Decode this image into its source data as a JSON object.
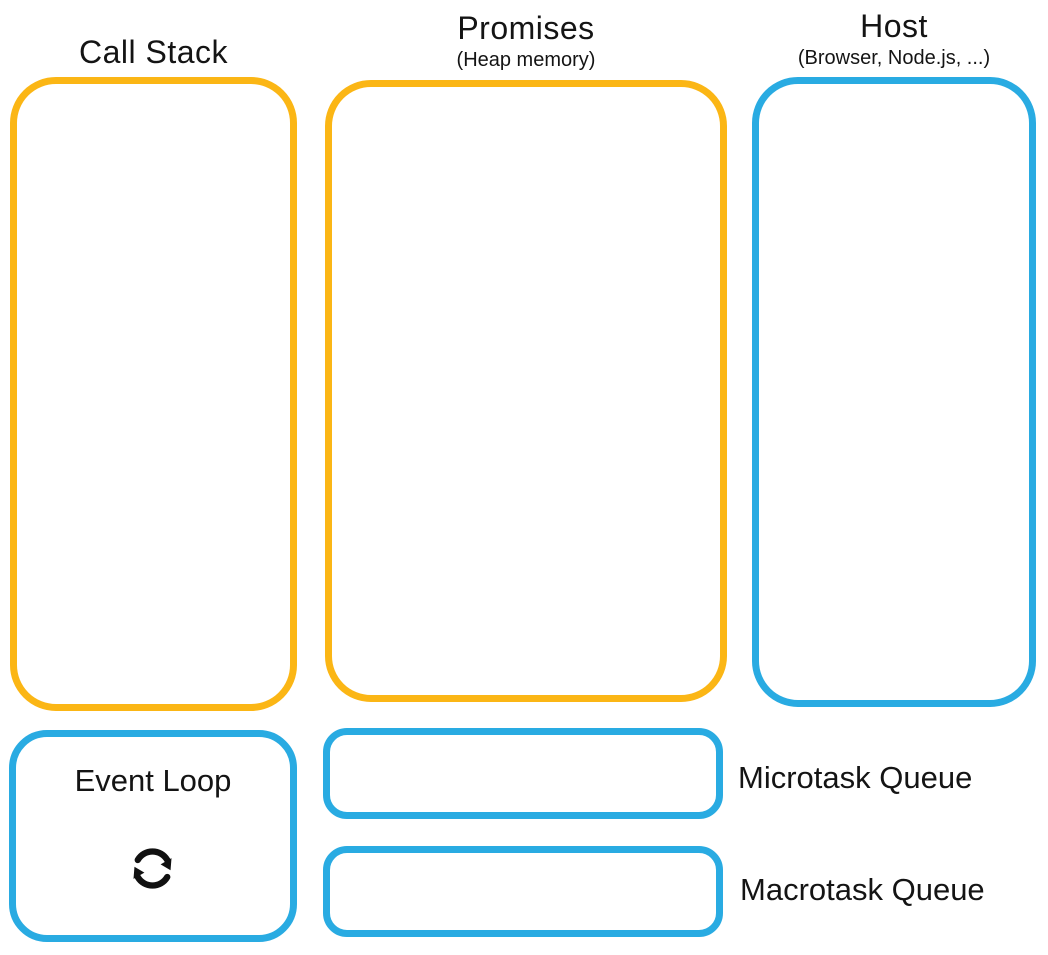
{
  "colors": {
    "yellow": "#FBB615",
    "blue": "#29ABE2",
    "text": "#141414",
    "background": "#FFFFFF"
  },
  "panels": {
    "call_stack": {
      "title": "Call Stack"
    },
    "promises": {
      "title": "Promises",
      "subtitle": "(Heap memory)"
    },
    "host": {
      "title": "Host",
      "subtitle": "(Browser, Node.js, ...)"
    }
  },
  "event_loop": {
    "label": "Event Loop",
    "icon": "sync-loop-icon"
  },
  "queues": {
    "microtask": {
      "label": "Microtask Queue"
    },
    "macrotask": {
      "label": "Macrotask Queue"
    }
  }
}
